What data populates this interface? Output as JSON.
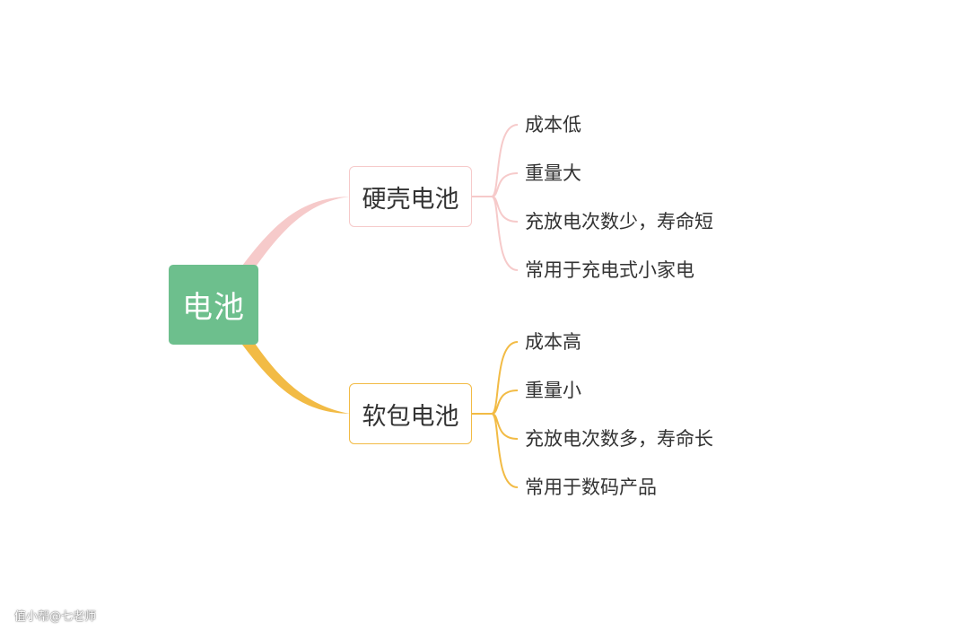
{
  "mindmap": {
    "root": {
      "label": "电池",
      "color": "#6dbf8d"
    },
    "branches": [
      {
        "label": "硬壳电池",
        "color": "#f6caca",
        "leaves": [
          "成本低",
          "重量大",
          "充放电次数少，寿命短",
          "常用于充电式小家电"
        ]
      },
      {
        "label": "软包电池",
        "color": "#f2bb45",
        "leaves": [
          "成本高",
          "重量小",
          "充放电次数多，寿命长",
          "常用于数码产品"
        ]
      }
    ]
  },
  "watermark": "值小帮@七老师"
}
